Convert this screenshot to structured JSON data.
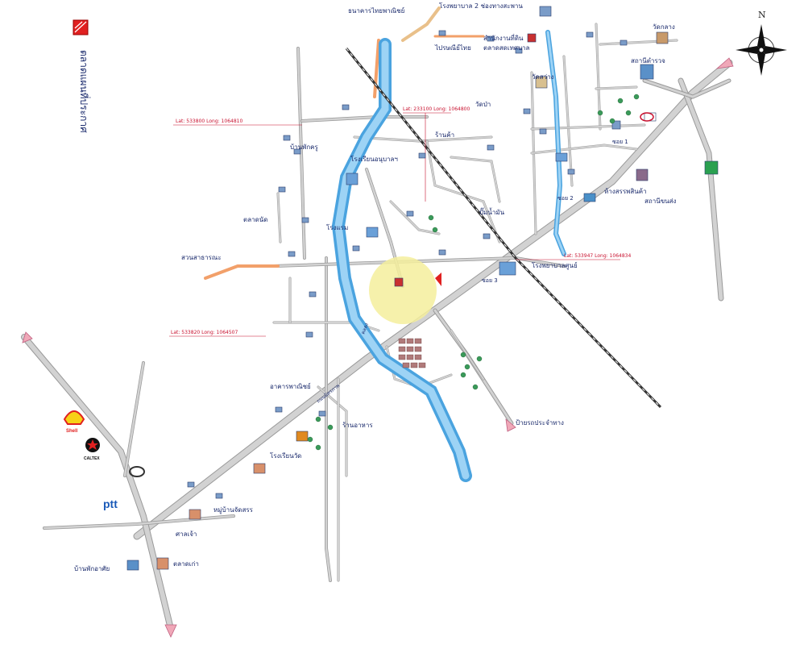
{
  "legend": {
    "label": "ตลาดแผนที่ประกาศ",
    "swatch_color": "#e02020"
  },
  "compass": {
    "north_label": "N"
  },
  "colors": {
    "road": "#c9c9c9",
    "road_edge": "#9a9a9a",
    "river": "#4aa3df",
    "river_light": "#9dd3f5",
    "branch_road": "#f2a06a",
    "railway": "#333333",
    "label": "#1a2a6c",
    "coordinate": "#c8102e",
    "highlight": "#f4ee9c",
    "arrow": "#f0a8b8"
  },
  "coordinates": [
    "Lat: 533800 Long: 1064810",
    "Lat: 233100 Long: 1064800",
    "Lat: 533947 Long: 1064834",
    "Lat: 533820 Long: 1064507"
  ],
  "road_labels": {
    "main": "ถนนมิตรภาพ",
    "river": "คลอง"
  },
  "places": [
    "ธนาคารไทยพาณิชย์",
    "โรงพยาบาล 2 ช่องทางสะพาน",
    "ไปรษณีย์ไทย",
    "ตลาดสดเทศบาล",
    "สำนักงานที่ดิน",
    "วัดสว่าง",
    "วัดกลาง",
    "สถานีตำรวจ",
    "โรงเรียนอนุบาลฯ",
    "บ้านพักครู",
    "ร้านค้า",
    "ตลาดนัด",
    "ปั๊มน้ำมัน",
    "ซอย 1",
    "ซอย 2",
    "ซอย 3",
    "โรงพยาบาลศูนย์",
    "วัดป่า",
    "โรงแรม",
    "สวนสาธารณะ",
    "ห้างสรรพสินค้า",
    "สถานีขนส่ง",
    "อาคารพาณิชย์",
    "ป้ายรถประจำทาง",
    "ร้านอาหาร",
    "โรงเรียนวัด",
    "หมู่บ้านจัดสรร",
    "ศาลเจ้า",
    "ตลาดเก่า",
    "บ้านพักอาศัย"
  ],
  "brands": {
    "shell": "Shell",
    "caltex": "CALTEX",
    "ptt": "ptt"
  }
}
